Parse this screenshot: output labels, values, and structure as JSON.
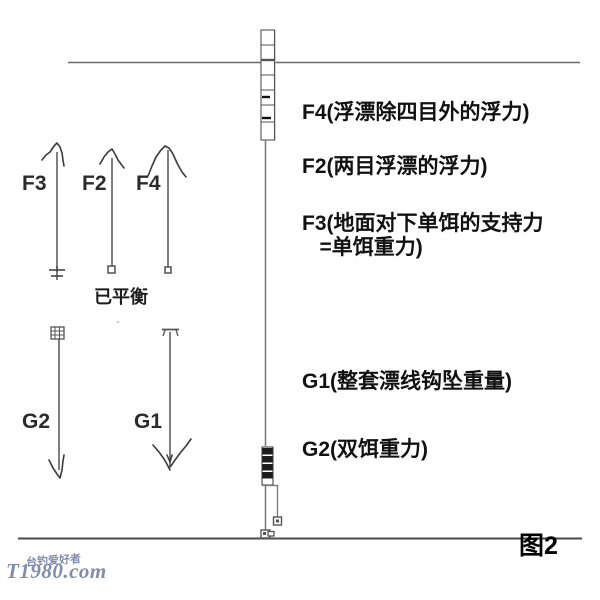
{
  "figure": {
    "caption": "图2",
    "balance_note": "已平衡",
    "watermark": {
      "main": "T1980.com",
      "cn": "台钓爱好者"
    }
  },
  "colors": {
    "ink": "#111111",
    "line": "#555555",
    "waterline": "#6b6b6b",
    "ground": "#4a4a4a",
    "float_body": "#8a8a8a",
    "sinker": "#222222",
    "watermark": "#7b87a8"
  },
  "force_legend": [
    {
      "id": "F4",
      "label": "F4(浮漂除四目外的浮力)"
    },
    {
      "id": "F2",
      "label": "F2(两目浮漂的浮力)"
    },
    {
      "id": "F3",
      "label": "F3(地面对下单饵的支持力\n   =单饵重力)"
    },
    {
      "id": "G1",
      "label": "G1(整套漂线钩坠重量)"
    },
    {
      "id": "G2",
      "label": "G2(双饵重力)"
    }
  ],
  "vectors": [
    {
      "id": "F3",
      "label": "F3",
      "direction": "up"
    },
    {
      "id": "F2",
      "label": "F2",
      "direction": "up"
    },
    {
      "id": "F4",
      "label": "F4",
      "direction": "up"
    },
    {
      "id": "G2",
      "label": "G2",
      "direction": "down"
    },
    {
      "id": "G1",
      "label": "G1",
      "direction": "down"
    }
  ],
  "rig": {
    "float_name": "fishing-float",
    "waterline_name": "water-surface-line",
    "ground_name": "ground-line",
    "sinker_name": "lead-sinker",
    "hook_name": "hook-with-bait"
  }
}
